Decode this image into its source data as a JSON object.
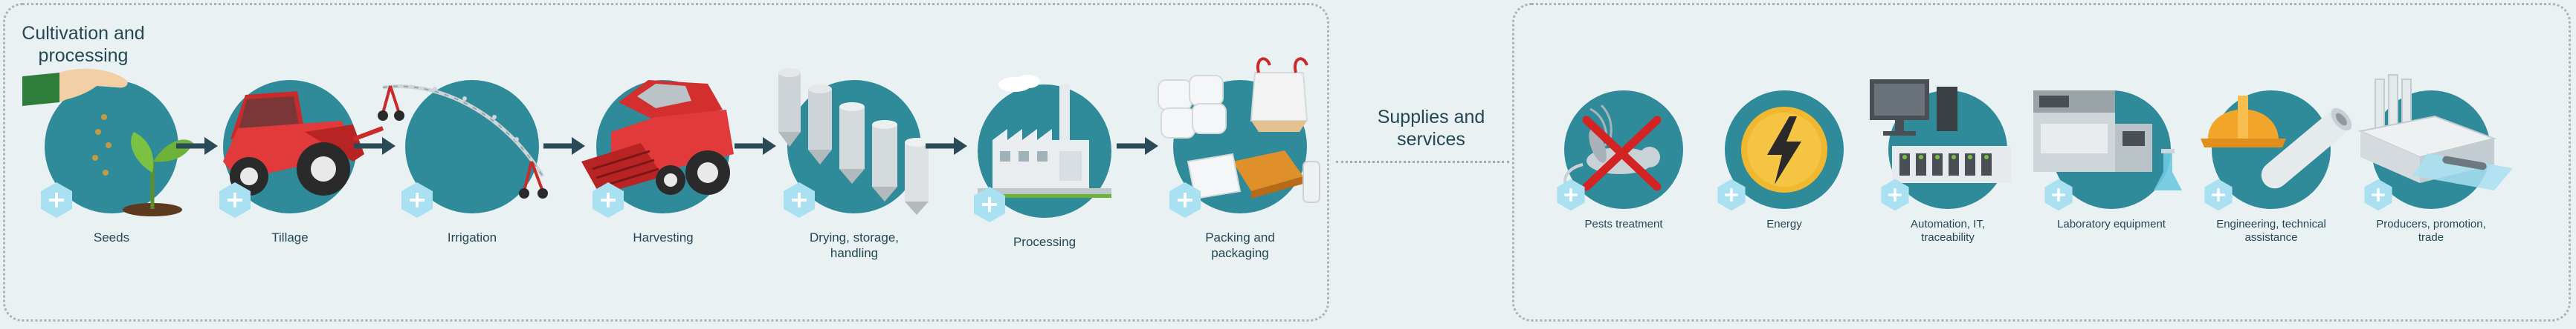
{
  "cultivation": {
    "title": "Cultivation and processing",
    "stages": [
      {
        "label": "Seeds",
        "icon": "seeds-hand-sprout-icon"
      },
      {
        "label": "Tillage",
        "icon": "tractor-icon"
      },
      {
        "label": "Irrigation",
        "icon": "irrigation-pivot-icon"
      },
      {
        "label": "Harvesting",
        "icon": "combine-harvester-icon"
      },
      {
        "label": "Drying, storage, handling",
        "icon": "grain-silos-icon"
      },
      {
        "label": "Processing",
        "icon": "factory-icon"
      },
      {
        "label": "Packing and packaging",
        "icon": "packaging-bags-icon"
      }
    ]
  },
  "supplies": {
    "title": "Supplies and services",
    "items": [
      {
        "label": "Pests treatment",
        "icon": "pest-cross-icon"
      },
      {
        "label": "Energy",
        "icon": "lightning-icon"
      },
      {
        "label": "Automation, IT, traceability",
        "icon": "computer-control-icon"
      },
      {
        "label": "Laboratory equipment",
        "icon": "lab-equipment-icon"
      },
      {
        "label": "Engineering, technical assistance",
        "icon": "helmet-pipe-icon"
      },
      {
        "label": "Producers, promotion, trade",
        "icon": "processing-plant-icon"
      }
    ]
  },
  "colors": {
    "disc": "#2f8a9a",
    "hex": "#a9e1f2",
    "arrow": "#2a4a57",
    "text": "#234854",
    "background": "#e9f1f3"
  }
}
